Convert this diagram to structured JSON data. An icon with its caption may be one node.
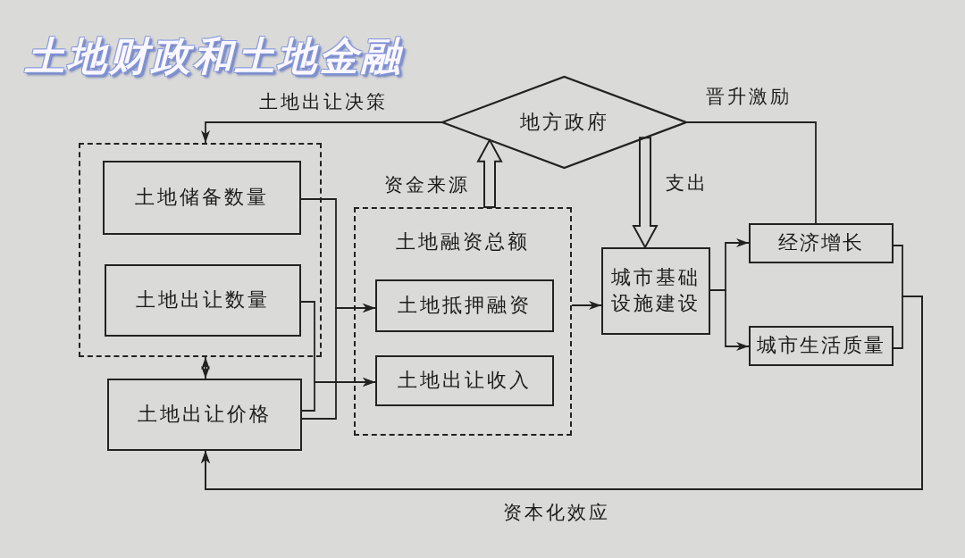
{
  "diagram": {
    "title": "土地财政和土地金融",
    "nodes": [
      {
        "text": [],
        "shape": "box"
      },
      {
        "text": [
          "土地储备数量"
        ],
        "in": 0
      },
      {
        "text": [
          "土地出让数量"
        ],
        "in": 0
      },
      {
        "text": [
          "土地出让价格"
        ]
      },
      {
        "text": [
          "地方政府"
        ]
      },
      {
        "text": [
          "土地融资总额"
        ]
      },
      {
        "text": [
          "土地抵押融资"
        ],
        "in": 5
      },
      {
        "text": [
          "土地出让收入"
        ],
        "in": 5
      },
      {
        "text": [
          "城市基础设施建设"
        ]
      },
      {
        "text": [
          "经济增长"
        ]
      },
      {
        "text": [
          "城市生活质量"
        ]
      }
    ],
    "edges": [
      {
        "from": 4,
        "to": 0,
        "arrow": "to",
        "label": "土地出让决策"
      },
      {
        "from": 0,
        "to": 3,
        "arrow": "both"
      },
      {
        "from": 1,
        "to": 6,
        "arrow": "to"
      },
      {
        "from": 3,
        "to": 6,
        "arrow": "to"
      },
      {
        "from": 2,
        "to": 7,
        "arrow": "to"
      },
      {
        "from": 3,
        "to": 7,
        "arrow": "to"
      },
      {
        "from": 5,
        "to": 4,
        "arrow": "to",
        "style": "thick",
        "label": "资金来源"
      },
      {
        "from": 4,
        "to": 8,
        "arrow": "to",
        "style": "thick",
        "label": "支出"
      },
      {
        "from": 5,
        "to": 8,
        "arrow": "to"
      },
      {
        "from": 8,
        "to": 9,
        "arrow": "to"
      },
      {
        "from": 8,
        "to": 10,
        "arrow": "to"
      },
      {
        "from": 9,
        "to": 4,
        "arrow": "none",
        "label": "晋升激励"
      },
      {
        "from": 9,
        "to": 3,
        "arrow": "to",
        "label": "资本化效应"
      },
      {
        "from": 10,
        "to": 3,
        "arrow": "to"
      }
    ]
  }
}
